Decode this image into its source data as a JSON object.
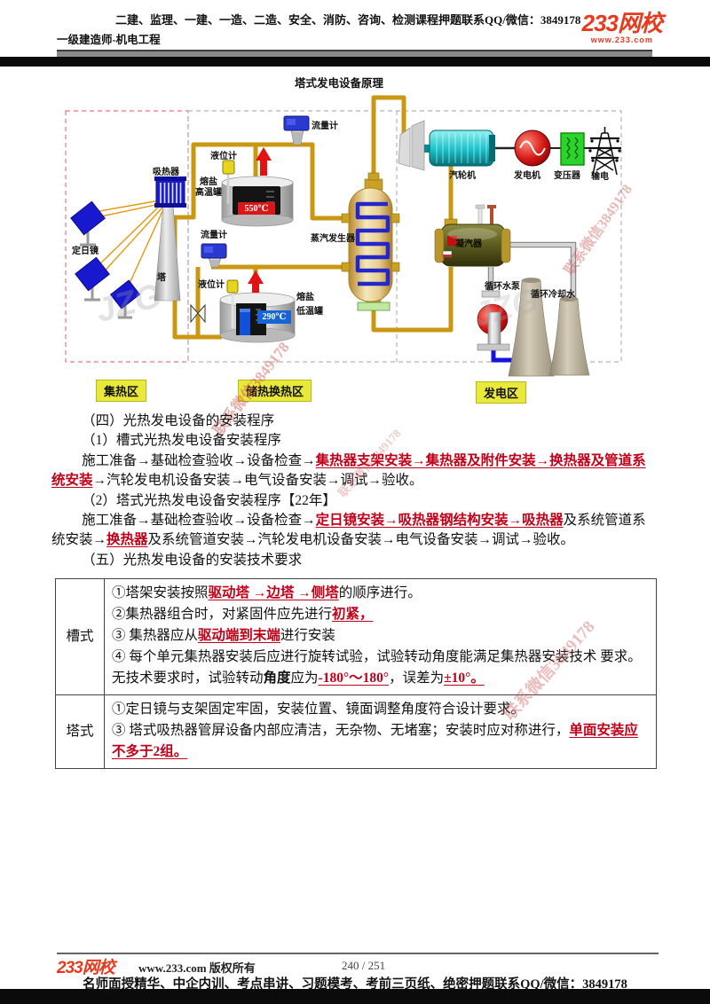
{
  "header": {
    "line1": "二建、监理、一建、一造、二造、安全、消防、咨询、检测课程押题联系QQ/微信：3849178",
    "line2": "一级建造师-机电工程",
    "logo_text": "233网校",
    "logo_url": "www.233.com"
  },
  "diagram": {
    "title": "塔式发电设备原理",
    "labels": {
      "absorber": "吸热器",
      "heliostat": "定日镜",
      "tower": "塔",
      "level_gauge_high": "液位计",
      "salt_high1": "熔盐",
      "salt_high2": "高温罐",
      "temp_high": "550℃",
      "flow_meter_top": "流量计",
      "flow_meter_mid": "流量计",
      "level_gauge_low": "液位计",
      "salt_low1": "熔盐",
      "salt_low2": "低温罐",
      "temp_low": "290℃",
      "steam_generator": "蒸汽发生器",
      "turbine": "汽轮机",
      "generator": "发电机",
      "transformer": "变压器",
      "transmission": "输电",
      "condenser": "凝汽器",
      "pump": "循环水泵",
      "cooling_water": "循环冷却水",
      "zone_collect": "集热区",
      "zone_storage": "储热换热区",
      "zone_power": "发电区"
    },
    "watermark": "联系微信3849178",
    "watermark_jzg": "JZG"
  },
  "sections": {
    "s4_title": "（四）光热发电设备的安装程序",
    "s4_1_title": "（1）槽式光热发电设备安装程序",
    "s4_1": {
      "black1": "施工准备→基础检查验收→设备检查→",
      "red1": "集热器支架安装→集热器及附件安装→换热器及管道系统安装",
      "black2": "→汽轮发电机设备安装→电气设备安装→调试→验收。"
    },
    "s4_2_title": "（2）塔式光热发电设备安装程序【22年】",
    "s4_2": {
      "black1": "施工准备→基础检查验收→设备检查→",
      "red1": "定日镜安装→吸热器钢结构安装→吸热器",
      "black2": "及系统管道系统安装→",
      "red2": "换热器",
      "black3": "及系统管道安装→汽轮发电机设备安装→电气设备安装→调试→验收。"
    },
    "s5_title": "（五）光热发电设备的安装技术要求"
  },
  "table": {
    "col1": [
      "槽式",
      "塔式"
    ],
    "r1": {
      "p1a": "①塔架安装按照",
      "p1b": "驱动塔 →边塔 →侧塔",
      "p1c": "的顺序进行。",
      "p2a": "②集热器组合时，对紧固件应先进行",
      "p2b": "初紧，",
      "p3a": "③ 集热器应从",
      "p3b": "驱动端到末端",
      "p3c": "进行安装",
      "p4a": "④ 每个单元集热器安装后应进行旋转试验，试验转动角度能满足集热器安装技术 要求。无技术要求时，试验转动",
      "p4b": "角度",
      "p4c": "应为",
      "p4d": "-180°～180°",
      "p4e": "，误差为",
      "p4f": "±10°。"
    },
    "r2": {
      "p1": "①定日镜与支架固定牢固，安装位置、镜面调整角度符合设计要求。",
      "p2a": "③ 塔式吸热器管屏设备内部应清洁，无杂物、无堵塞；安装时应对称进行，",
      "p2b": "单面安装应不多于2组。"
    }
  },
  "footer": {
    "logo_text": "233网校",
    "copyright_url": "www.233.com",
    "copyright": "版权所有",
    "page": "240 / 251",
    "banner": "名师面授精华、中企内训、考点串讲、习题模考、考前三页纸、绝密押题联系QQ/微信：3849178"
  }
}
